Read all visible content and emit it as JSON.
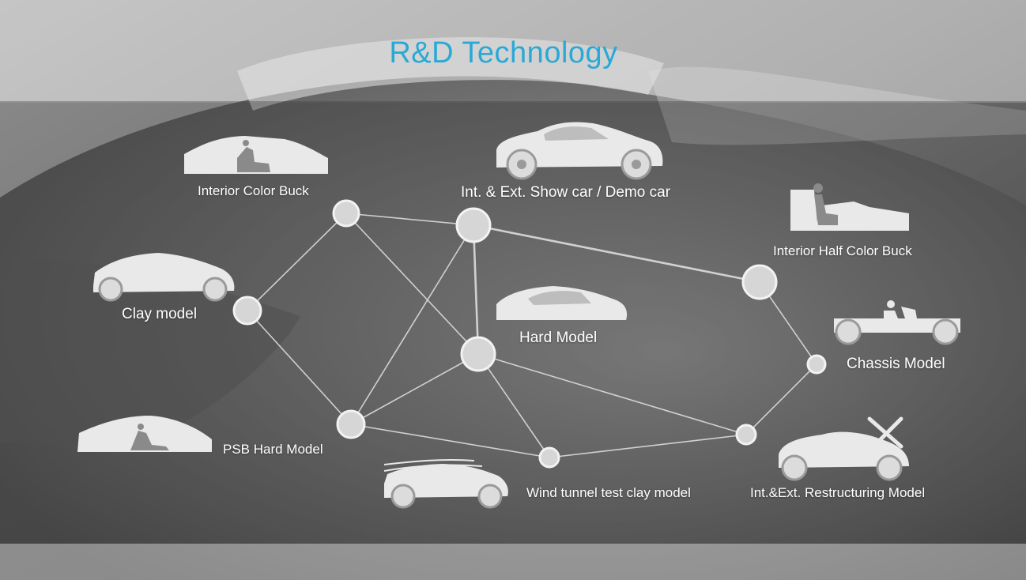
{
  "title": "R&D Technology",
  "colors": {
    "title": "#29a9d6",
    "node_fill": "#d6d6d6",
    "node_stroke": "#f2f2f2",
    "edge": "#dcdcdc",
    "car_icon": "#e9e9e9",
    "overlay_band": "#3c3c3c"
  },
  "diagram": {
    "labels": {
      "interior_color_buck": "Interior Color Buck",
      "show_car": "Int. & Ext. Show car / Demo car",
      "interior_half_color_buck": "Interior Half Color Buck",
      "clay_model": "Clay model",
      "hard_model": "Hard Model",
      "chassis_model": "Chassis Model",
      "psb_hard_model": "PSB Hard Model",
      "wind_tunnel": "Wind tunnel test clay model",
      "restructuring_model": "Int.&Ext. Restructuring Model"
    },
    "icons": [
      "interior-buck-icon",
      "sedan-icon",
      "half-buck-icon",
      "clay-car-icon",
      "hard-model-car-icon",
      "chassis-icon",
      "psb-buck-icon",
      "wind-tunnel-car-icon",
      "restructure-car-icon",
      "tools-icon"
    ]
  }
}
